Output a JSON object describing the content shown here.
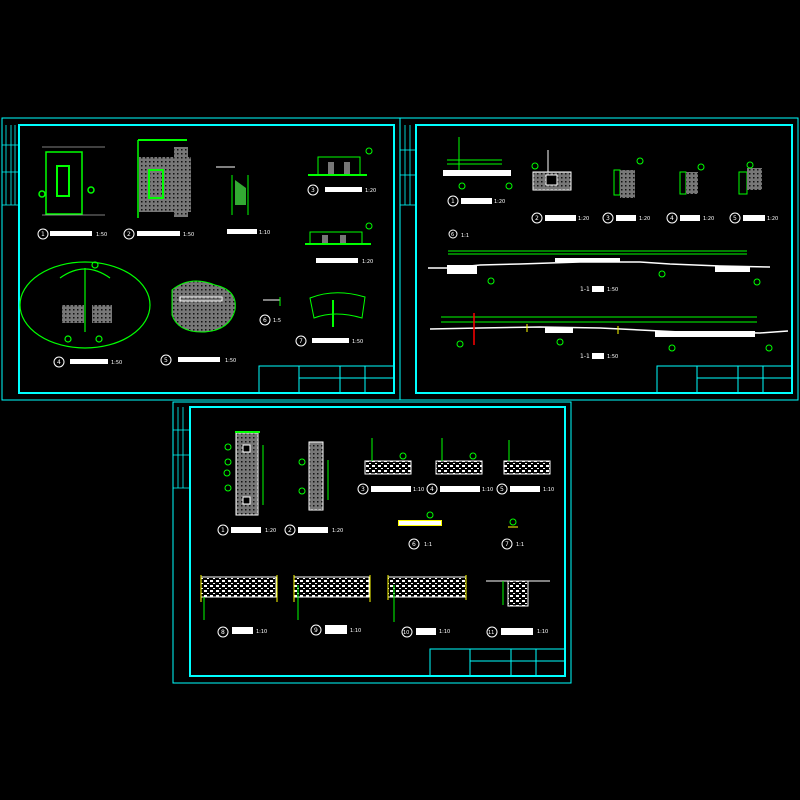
{
  "colors": {
    "background": "#000000",
    "frame": "#00ffff",
    "line": "#00ff00",
    "text": "#ffffff",
    "hatch": "#808080",
    "accent_red": "#ff0000",
    "accent_yellow": "#ffff00"
  },
  "sheet1": {
    "details": [
      {
        "num": "1",
        "scale": "1:50"
      },
      {
        "num": "2",
        "scale": "1:50"
      },
      {
        "num": "3",
        "scale": "1:20"
      },
      {
        "num": "4",
        "scale": "1:50"
      },
      {
        "num": "5",
        "scale": "1:50"
      },
      {
        "num": "6",
        "scale": "1:5"
      },
      {
        "num": "7",
        "scale": "1:50"
      }
    ],
    "extra_scales": [
      "1:10",
      "1:20"
    ]
  },
  "sheet2": {
    "details": [
      {
        "num": "1",
        "scale": "1:20"
      },
      {
        "num": "2",
        "scale": "1:20"
      },
      {
        "num": "3",
        "scale": "1:20"
      },
      {
        "num": "4",
        "scale": "1:20"
      },
      {
        "num": "5",
        "scale": "1:20"
      },
      {
        "num": "6",
        "scale": "1:1"
      }
    ],
    "sections": [
      {
        "label": "1-1",
        "scale": "1:50"
      },
      {
        "label": "1-1",
        "scale": "1:50"
      }
    ]
  },
  "sheet3": {
    "details": [
      {
        "num": "1",
        "scale": "1:20"
      },
      {
        "num": "2",
        "scale": "1:20"
      },
      {
        "num": "3",
        "scale": "1:10"
      },
      {
        "num": "4",
        "scale": "1:10"
      },
      {
        "num": "5",
        "scale": "1:10"
      },
      {
        "num": "6",
        "scale": "1:1"
      },
      {
        "num": "7",
        "scale": "1:1"
      },
      {
        "num": "8",
        "scale": "1:10"
      },
      {
        "num": "9",
        "scale": "1:10"
      },
      {
        "num": "10",
        "scale": "1:10"
      },
      {
        "num": "11",
        "scale": "1:10"
      }
    ]
  }
}
